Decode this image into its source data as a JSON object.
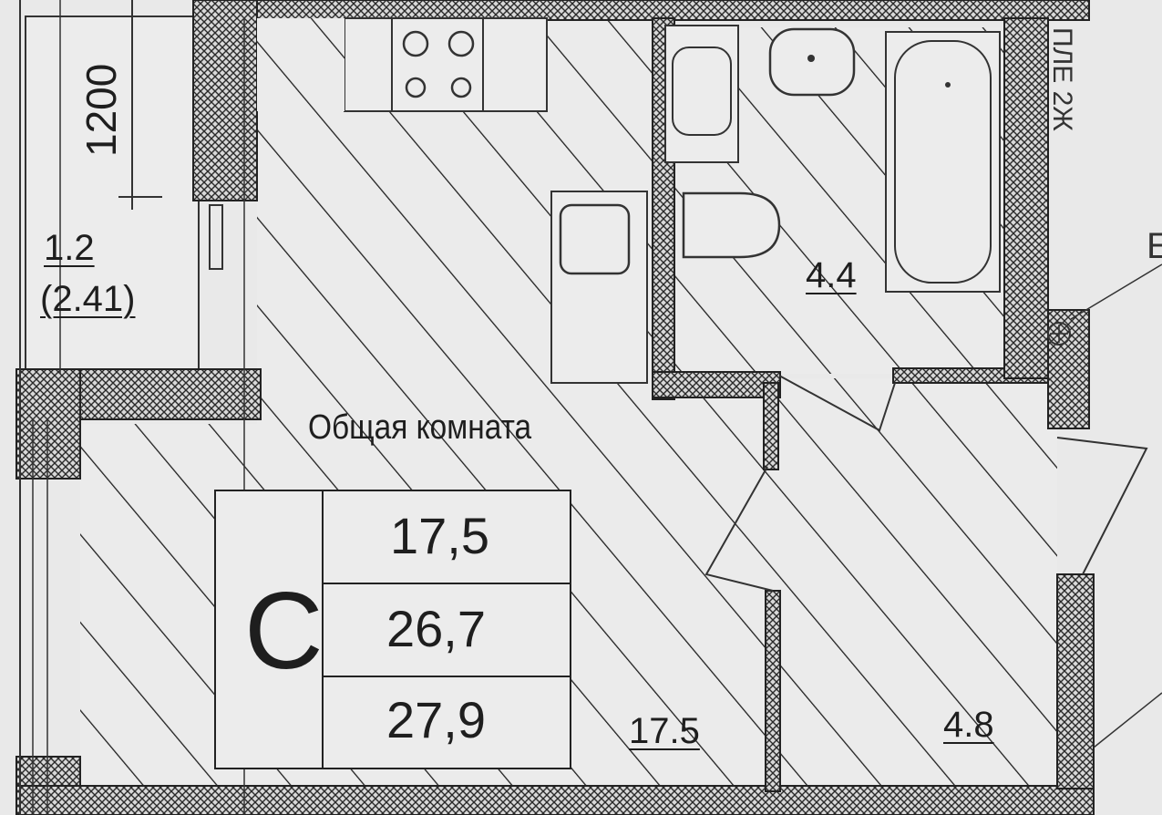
{
  "plan": {
    "room_name": "Общая комната",
    "dimension": "1200",
    "balcony": {
      "area": "1.2",
      "area_coef": "(2.41)"
    },
    "rooms": {
      "bathroom_area": "4.4",
      "main_room_area": "17.5",
      "hall_area": "4.8"
    },
    "summary_table": {
      "letter": "С",
      "living_area": "17,5",
      "total_area": "26,7",
      "total_with_balcony": "27,9"
    },
    "edge_text": "ПЛЕ 2Ж",
    "edge_stub": "Е"
  }
}
